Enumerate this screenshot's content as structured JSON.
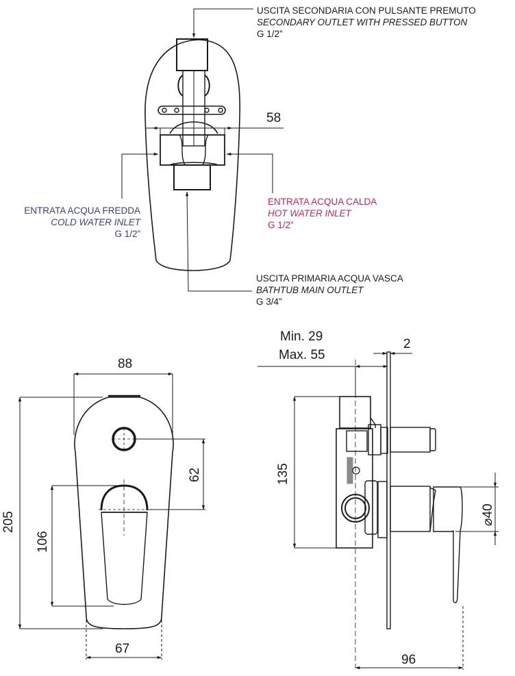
{
  "callouts": {
    "secondary_outlet": {
      "it": "USCITA SECONDARIA CON PULSANTE PREMUTO",
      "en": "SECONDARY OUTLET WITH PRESSED BUTTON",
      "size": "G 1/2”",
      "color": "#1a1a1a"
    },
    "cold_inlet": {
      "it": "ENTRATA ACQUA FREDDA",
      "en": "COLD WATER INLET",
      "size": "G 1/2”",
      "color": "#3a3f7d"
    },
    "hot_inlet": {
      "it": "ENTRATA ACQUA CALDA",
      "en": "HOT WATER INLET",
      "size": "G 1/2”",
      "color": "#c2255c"
    },
    "main_outlet": {
      "it": "USCITA PRIMARIA ACQUA VASCA",
      "en": "BATHTUB MAIN OUTLET",
      "size": "G 3/4”",
      "color": "#1a1a1a"
    }
  },
  "dimensions": {
    "top_view": {
      "inlet_spacing": "58"
    },
    "front_view": {
      "plate_width": "88",
      "plate_height": "205",
      "button_to_lever_center": "62",
      "lever_height": "106",
      "plate_bottom_width": "67"
    },
    "side_view": {
      "depth_min": "Min. 29",
      "depth_max": "Max. 55",
      "plate_thickness": "2",
      "body_height": "135",
      "handle_diameter": "⌀40",
      "projection": "96"
    }
  }
}
